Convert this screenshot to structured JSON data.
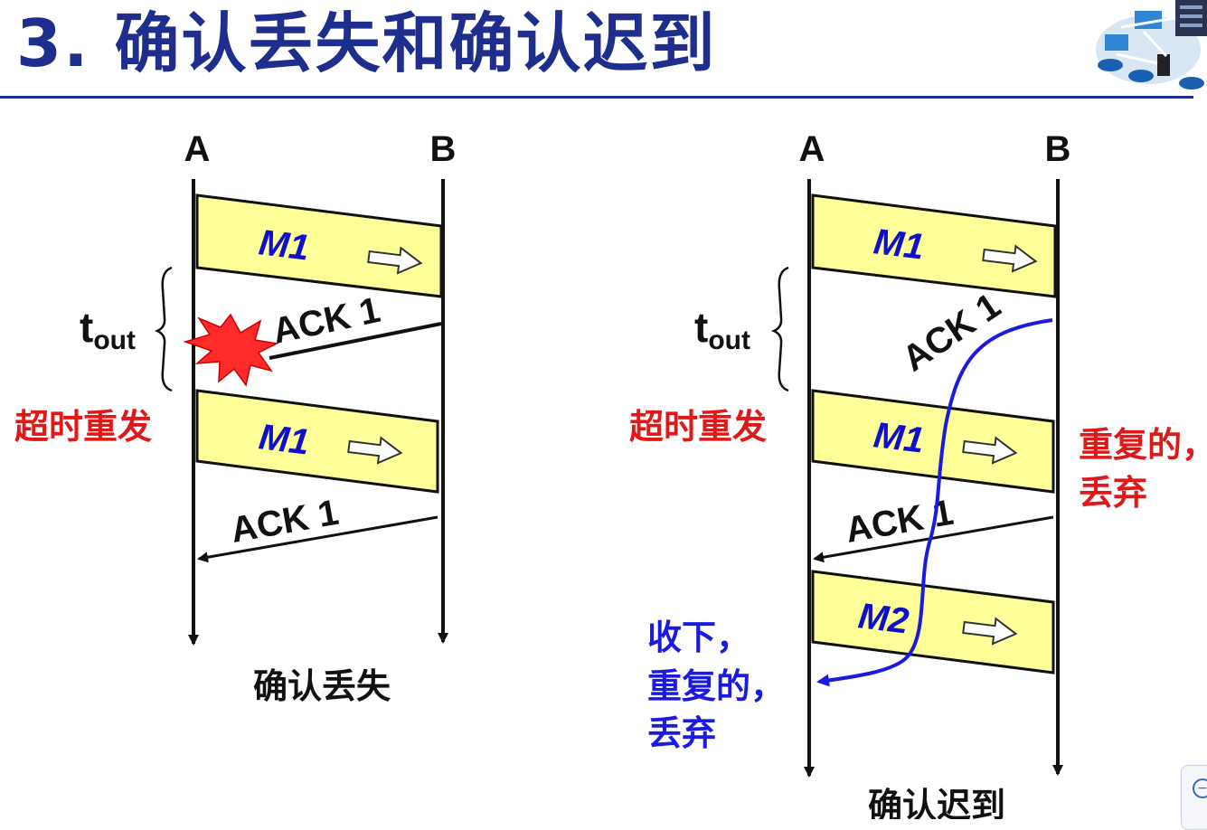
{
  "title": "3. 确认丢失和确认迟到",
  "left": {
    "node_a": "A",
    "node_b": "B",
    "msg1": "M1",
    "ack1": "ACK 1",
    "tout_main": "t",
    "tout_sub": "out",
    "retransmit": "超时重发",
    "msg2": "M1",
    "ack2": "ACK 1",
    "caption": "确认丢失"
  },
  "right": {
    "node_a": "A",
    "node_b": "B",
    "msg1": "M1",
    "ack1": "ACK 1",
    "tout_main": "t",
    "tout_sub": "out",
    "retransmit": "超时重发",
    "msg2": "M1",
    "dup_line1": "重复的，",
    "dup_line2": "丢弃",
    "ack2": "ACK 1",
    "msg3": "M2",
    "recv_line1": "收下，",
    "recv_line2": "重复的，",
    "recv_line3": "丢弃",
    "caption": "确认迟到"
  },
  "colors": {
    "title": "#1f2d8c",
    "packet_fill": "#ffff99",
    "message_text": "#1010c8",
    "red_note": "#e01818",
    "blue_note": "#1a1ae0",
    "burst": "#ff2a2a"
  },
  "icons": [
    "network-topology-icon",
    "explosion-burst-icon",
    "arrow-right-icon",
    "zoom-icon"
  ]
}
